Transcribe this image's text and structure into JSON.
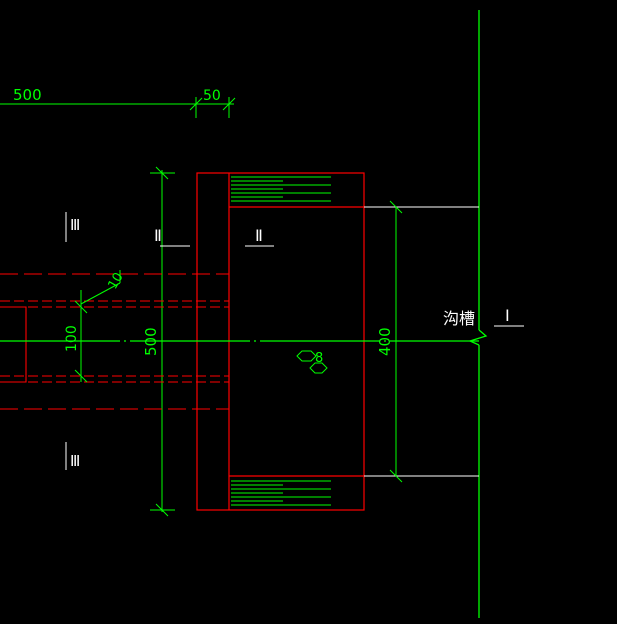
{
  "colors": {
    "background": "#000000",
    "dimension": "#00ff00",
    "outline": "#ff0000",
    "line": "#ffffff",
    "hatch": "#00ff00"
  },
  "dimensions": {
    "top_left": "500",
    "top_small": "50",
    "vertical_offset": "10",
    "vertical_100": "100",
    "vertical_500": "500",
    "vertical_400": "400"
  },
  "labels": {
    "section_iii_top": "Ⅲ",
    "section_iii_bottom": "Ⅲ",
    "section_ii_left": "Ⅱ",
    "section_ii_right": "Ⅱ",
    "section_i": "Ⅰ",
    "trench": "沟槽",
    "rebar_mark": "8"
  }
}
